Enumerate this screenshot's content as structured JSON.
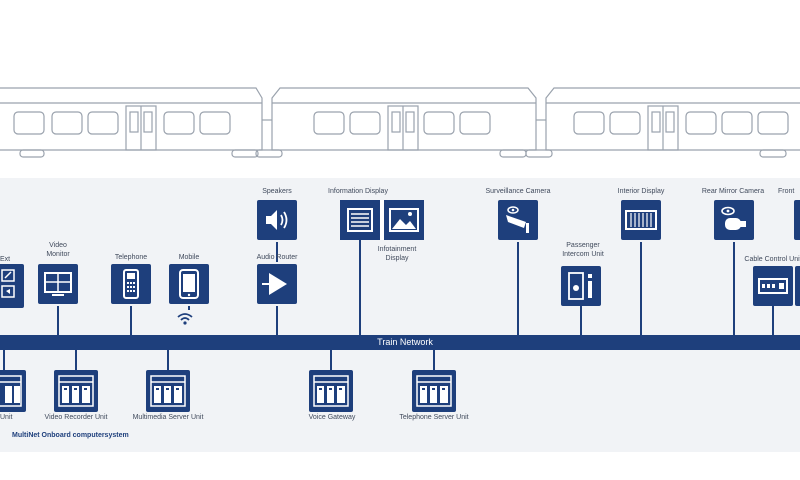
{
  "network": {
    "label": "Train Network"
  },
  "devices_top": {
    "speakers": "Speakers",
    "info_display": "Information Display",
    "surveillance_camera": "Surveillance Camera",
    "interior_display": "Interior Display",
    "rear_mirror_camera": "Rear Mirror Camera",
    "front_partial": "Front",
    "video_monitor_1": "Video",
    "video_monitor_2": "Monitor",
    "telephone": "Telephone",
    "mobile": "Mobile",
    "audio_router": "Audio Router",
    "infotainment_1": "Infotainment",
    "infotainment_2": "Display",
    "passenger_intercom_1": "Passenger",
    "passenger_intercom_2": "Intercom Unit",
    "cable_control_unit": "Cable Control Unit",
    "left_partial": "Ext"
  },
  "devices_bottom": {
    "left_partial": "Unit",
    "video_recorder": "Video Recorder Unit",
    "multimedia_server": "Multimedia Server Unit",
    "voice_gateway": "Voice Gateway",
    "telephone_server": "Telephone Server Unit"
  },
  "caption": "MultiNet Onboard computersystem",
  "colors": {
    "network_blue": "#1e3f7c",
    "panel_bg": "#f1f3f6",
    "outline": "#9aa2ad"
  }
}
